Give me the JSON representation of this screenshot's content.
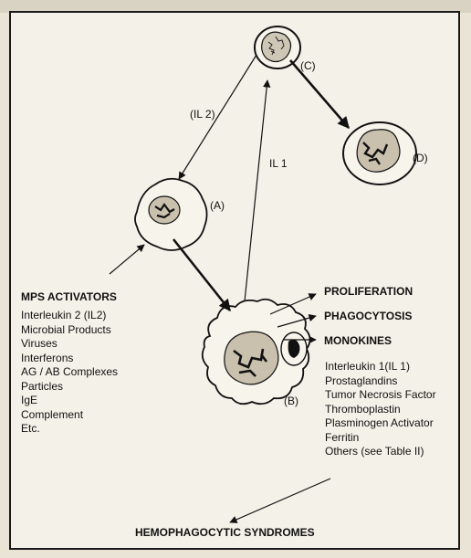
{
  "cells": {
    "a": "(A)",
    "b": "(B)",
    "c": "(C)",
    "d": "(D)"
  },
  "arrows": {
    "il2": "(IL 2)",
    "il1": "IL 1"
  },
  "mps": {
    "title": "MPS  ACTIVATORS",
    "items": [
      "Interleukin 2 (IL2)",
      "Microbial Products",
      "Viruses",
      "Interferons",
      "AG / AB Complexes",
      "Particles",
      "IgE",
      "Complement",
      "Etc."
    ]
  },
  "outputs": {
    "proliferation": "PROLIFERATION",
    "phagocytosis": "PHAGOCYTOSIS",
    "monokines": "MONOKINES"
  },
  "monokines": {
    "items": [
      "Interleukin 1(IL 1)",
      "Prostaglandins",
      "Tumor Necrosis Factor",
      "Thromboplastin",
      "Plasminogen Activator",
      "Ferritin",
      "Others (see Table II)"
    ]
  },
  "syndrome": "HEMOPHAGOCYTIC SYNDROMES"
}
